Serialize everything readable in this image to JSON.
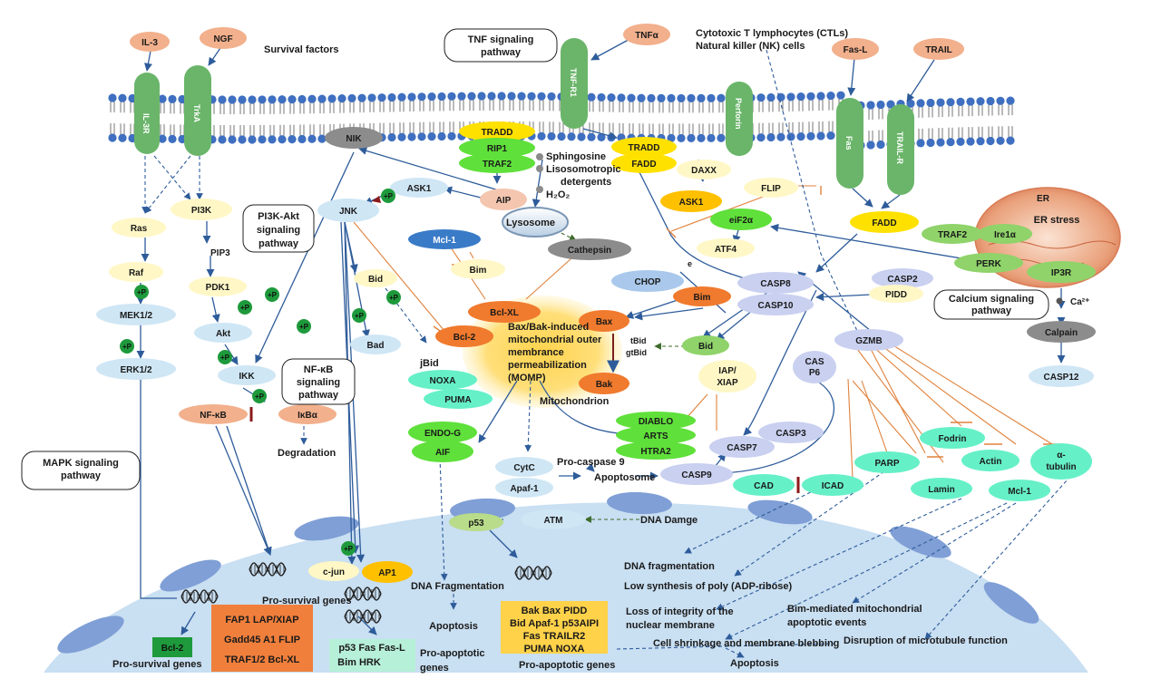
{
  "labels": {
    "il3": "IL-3",
    "ngf": "NGF",
    "survival_factors": "Survival factors",
    "tnf_pathway_1": "TNF signaling",
    "tnf_pathway_2": "pathway",
    "tnfa": "TNFα",
    "tnf_r1": "TNF-R1",
    "ctl_1": "Cytotoxic T lymphocytes (CTLs)",
    "ctl_2": "Natural killer (NK) cells",
    "fasl": "Fas-L",
    "trail": "TRAIL",
    "il3r": "IL-3R",
    "trka": "TrkA",
    "perforin": "Perforin",
    "fas": "Fas",
    "trailr": "TRAIL-R",
    "tradd1": "TRADD",
    "rip1": "RIP1",
    "traf2a": "TRAF2",
    "tradd2": "TRADD",
    "fadd1": "FADD",
    "sphingosine": "Sphingosine",
    "lysosomo_1": "Lisosomotropic",
    "lysosomo_2": "detergents",
    "h2o2": "H₂O₂",
    "nik": "NIK",
    "ask1a": "ASK1",
    "aip": "AIP",
    "lysosome": "Lysosome",
    "daxx": "DAXX",
    "ask1b": "ASK1",
    "flip": "FLIP",
    "fadd2": "FADD",
    "er": "ER",
    "er_stress": "ER stress",
    "traf2b": "TRAF2",
    "ire1a": "Ire1α",
    "perk": "PERK",
    "ip3r": "IP3R",
    "ca_pathway_1": "Calcium signaling",
    "ca_pathway_2": "pathway",
    "ca": "Ca²⁺",
    "calpain": "Calpain",
    "casp12": "CASP12",
    "eif2a": "eiF2α",
    "atf4": "ATF4",
    "e_mark": "e",
    "mcl1a": "Mcl-1",
    "bim1": "Bim",
    "cathepsin": "Cathepsin",
    "chop": "CHOP",
    "casp8": "CASP8",
    "casp10": "CASP10",
    "casp2": "CASP2",
    "pidd": "PIDD",
    "ras": "Ras",
    "raf": "Raf",
    "mek": "MEK1/2",
    "erk": "ERK1/2",
    "pi3k": "PI3K",
    "pip3": "PIP3",
    "pdk1": "PDK1",
    "akt": "Akt",
    "ikk": "IKK",
    "pi3k_path_1": "PI3K-Akt",
    "pi3k_path_2": "signaling",
    "pi3k_path_3": "pathway",
    "nfkb_path_1": "NF-κB",
    "nfkb_path_2": "signaling",
    "nfkb_path_3": "pathway",
    "nfkb": "NF-κB",
    "ikba": "IκBα",
    "degradation": "Degradation",
    "mapk_path_1": "MAPK signaling",
    "mapk_path_2": "pathway",
    "jnk": "JNK",
    "bid1": "Bid",
    "bad": "Bad",
    "bclxl": "Bcl-XL",
    "bcl2a": "Bcl-2",
    "bim2": "Bim",
    "bax": "Bax",
    "bak": "Bak",
    "momp_1": "Bax/Bak-induced",
    "momp_2": "mitochondrial outer",
    "momp_3": "membrance",
    "momp_4": "permeabilization",
    "momp_5": "(MOMP)",
    "mitochondrion": "Mitochondrion",
    "jbid": "jBid",
    "tbid1": "tBid",
    "tbid2": "gtBid",
    "bid2": "Bid",
    "noxa": "NOXA",
    "puma": "PUMA",
    "iap_1": "IAP/",
    "iap_2": "XIAP",
    "diablo": "DIABLO",
    "arts": "ARTS",
    "htra2": "HTRA2",
    "casp3": "CASP3",
    "casp7": "CASP7",
    "cas6_1": "CAS",
    "cas6_2": "P6",
    "gzmb": "GZMB",
    "endog": "ENDO-G",
    "aif": "AIF",
    "cytc": "CytC",
    "apaf1": "Apaf-1",
    "procasp9": "Pro-caspase 9",
    "apoptosome": "Apoptosome",
    "casp9": "CASP9",
    "p53": "p53",
    "atm": "ATM",
    "dna_damage": "DNA Damge",
    "fodrin": "Fodrin",
    "parp": "PARP",
    "actin": "Actin",
    "cad": "CAD",
    "icad": "ICAD",
    "lamin": "Lamin",
    "mcl1b": "Mcl-1",
    "tubulin_1": "α-",
    "tubulin_2": "tubulin",
    "cjun": "c-jun",
    "ap1": "AP1",
    "pro_survival_genes_1": "Pro-survival genes",
    "dna_fragmentation_1": "DNA Fragmentation",
    "apoptosis_1": "Apoptosis",
    "dna_fragmentation_2": "DNA fragmentation",
    "low_synth": "Low synthesis of poly (ADP-ribose)",
    "loss_integrity_1": "Loss of integrity of the",
    "loss_integrity_2": "nuclear membrane",
    "bim_mito_1": "Bim-mediated mitochondrial",
    "bim_mito_2": "apoptotic events",
    "cell_shrink": "Cell shrinkage and membrane blebbing",
    "microtubule": "Disruption of microtubule function",
    "apoptosis_2": "Apoptosis",
    "bcl2b": "Bcl-2",
    "pro_survival_genes_2": "Pro-survival genes",
    "survival_box_1": "FAP1 LAP/XIAP",
    "survival_box_2": "Gadd45 A1 FLIP",
    "survival_box_3": "TRAF1/2 Bcl-XL",
    "apop_box1_1": "p53  Fas  Fas-L",
    "apop_box1_2": "Bim  HRK",
    "pro_apoptotic_1a": "Pro-apoptotic",
    "pro_apoptotic_1b": "genes",
    "apop_box2_1": "Bak  Bax PIDD",
    "apop_box2_2": "Bid  Apaf-1  p53AIPI",
    "apop_box2_3": "Fas TRAILR2",
    "apop_box2_4": "PUMA  NOXA",
    "pro_apoptotic_2": "Pro-apoptotic genes",
    "plus_p": "+P"
  },
  "colors": {
    "receptor_green": "#6ab56a",
    "salmon": "#f2b08c",
    "yellow": "#ffe100",
    "bright_green": "#5fe03a",
    "light_blue": "#cfe6f5",
    "pale_yellow": "#fff7c6",
    "orange": "#f07a2d",
    "teal": "#66f0c8",
    "lavender": "#c9d0f0",
    "grey": "#8c8c8c",
    "membrane_blue": "#3f6fc0",
    "nucleus_blue": "#c9dff2",
    "box_orange": "#f07f3c",
    "box_gold": "#ffd24a",
    "box_mint": "#b7f0d8",
    "dark_green": "#1e9a3c"
  }
}
